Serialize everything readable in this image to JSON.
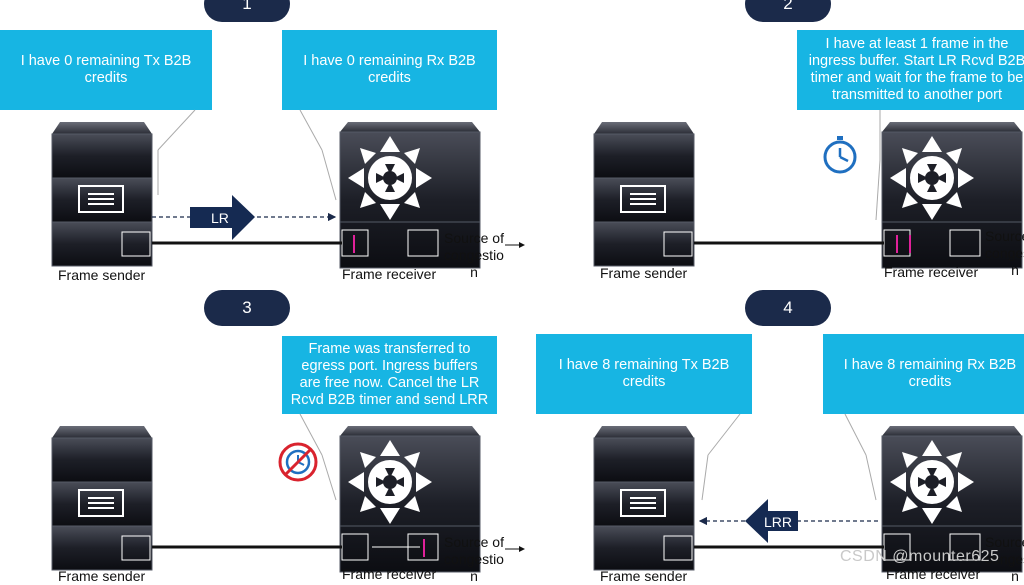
{
  "panels": [
    {
      "step": "1",
      "left_callout": "I have 0 remaining Tx B2B credits",
      "right_callout": "I have 0 remaining Rx B2B credits",
      "sender_label": "Frame sender",
      "receiver_label": "Frame receiver",
      "source_text": "Source of congestio n",
      "arrow_label": "LR"
    },
    {
      "step": "2",
      "right_callout": "I have at least 1 frame in the ingress buffer. Start LR Rcvd B2B timer and wait for the frame to be transmitted to another port",
      "sender_label": "Frame sender",
      "receiver_label": "Frame receiver",
      "source_text": "Source of congestio n",
      "timer_icon": "clock-icon"
    },
    {
      "step": "3",
      "right_callout": "Frame was transferred to egress port. Ingress buffers are free now. Cancel the LR Rcvd B2B timer and send LRR",
      "sender_label": "Frame sender",
      "receiver_label": "Frame receiver",
      "source_text": "Source of congestio n",
      "timer_icon": "timer-cancelled-icon"
    },
    {
      "step": "4",
      "left_callout": "I have 8 remaining Tx B2B credits",
      "right_callout": "I have 8 remaining Rx B2B credits",
      "sender_label": "Frame sender",
      "receiver_label": "Frame receiver",
      "source_text": "Source of congestio n",
      "arrow_label": "LRR"
    }
  ],
  "watermark": "CSDN @mounter625",
  "colors": {
    "step_badge": "#1b2a4a",
    "callout": "#17b5e3",
    "arrow": "#152a52",
    "frame_marker": "#e0219a",
    "cancel_ring": "#d9232e",
    "clock": "#1f6fc0"
  }
}
